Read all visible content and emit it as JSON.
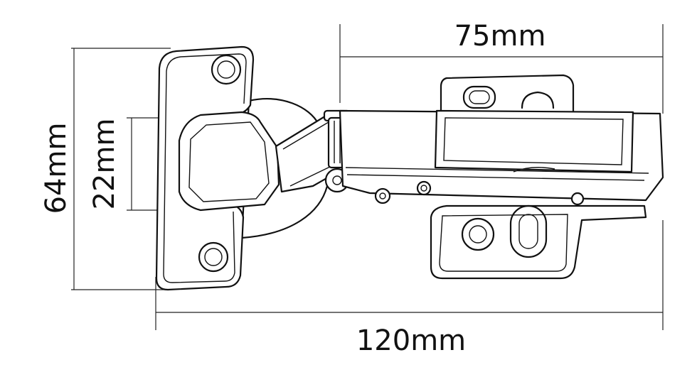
{
  "dimensions": {
    "overall_width": "120mm",
    "cup_to_plate": "75mm",
    "plate_height": "64mm",
    "cup_height": "22mm"
  },
  "colors": {
    "stroke": "#111111",
    "background": "#ffffff"
  }
}
